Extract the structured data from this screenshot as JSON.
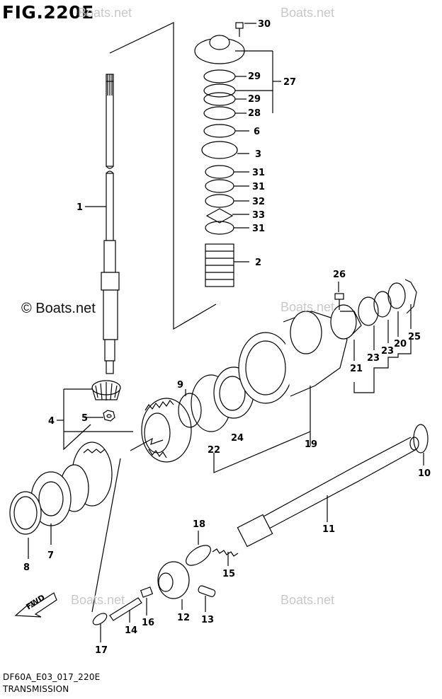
{
  "figure_title": "FIG.220E",
  "watermarks": {
    "brand_mark": "© Boats.net",
    "faded_mark": "Boats.net"
  },
  "footer": {
    "code": "DF60A_E03_017_220E",
    "section": "TRANSMISSION"
  },
  "fwd_arrow_label": "FWD",
  "part_labels": {
    "p1": "1",
    "p2": "2",
    "p3": "3",
    "p4": "4",
    "p5": "5",
    "p6": "6",
    "p7": "7",
    "p8": "8",
    "p9": "9",
    "p10": "10",
    "p11": "11",
    "p12": "12",
    "p13": "13",
    "p14": "14",
    "p15": "15",
    "p16": "16",
    "p17": "17",
    "p18": "18",
    "p19": "19",
    "p20": "20",
    "p21": "21",
    "p22": "22",
    "p23a": "23",
    "p23b": "23",
    "p24": "24",
    "p25": "25",
    "p26": "26",
    "p27": "27",
    "p28": "28",
    "p29a": "29",
    "p29b": "29",
    "p30": "30",
    "p31a": "31",
    "p31b": "31",
    "p31c": "31",
    "p32": "32",
    "p33": "33"
  }
}
